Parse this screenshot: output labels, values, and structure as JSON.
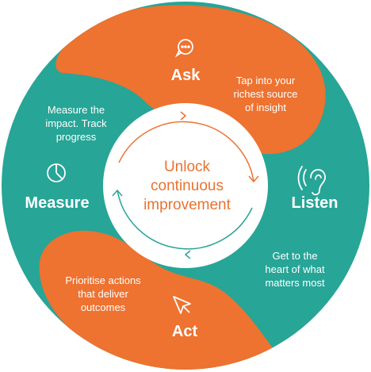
{
  "colors": {
    "orange": "#EE7230",
    "teal": "#27A597",
    "white": "#FFFFFF"
  },
  "center": {
    "lines": [
      "Unlock",
      "continuous",
      "improvement"
    ]
  },
  "stages": {
    "ask": {
      "label": "Ask",
      "icon": "chat-bubble-icon",
      "desc": [
        "Tap into your",
        "richest source",
        "of insight"
      ]
    },
    "listen": {
      "label": "Listen",
      "icon": "ear-icon",
      "desc": [
        "Get to the",
        "heart of what",
        "matters most"
      ]
    },
    "act": {
      "label": "Act",
      "icon": "cursor-arrow-icon",
      "desc": [
        "Prioritise actions",
        "that deliver",
        "outcomes"
      ]
    },
    "measure": {
      "label": "Measure",
      "icon": "pie-chart-icon",
      "desc": [
        "Measure the",
        "impact. Track",
        "progress"
      ]
    }
  }
}
